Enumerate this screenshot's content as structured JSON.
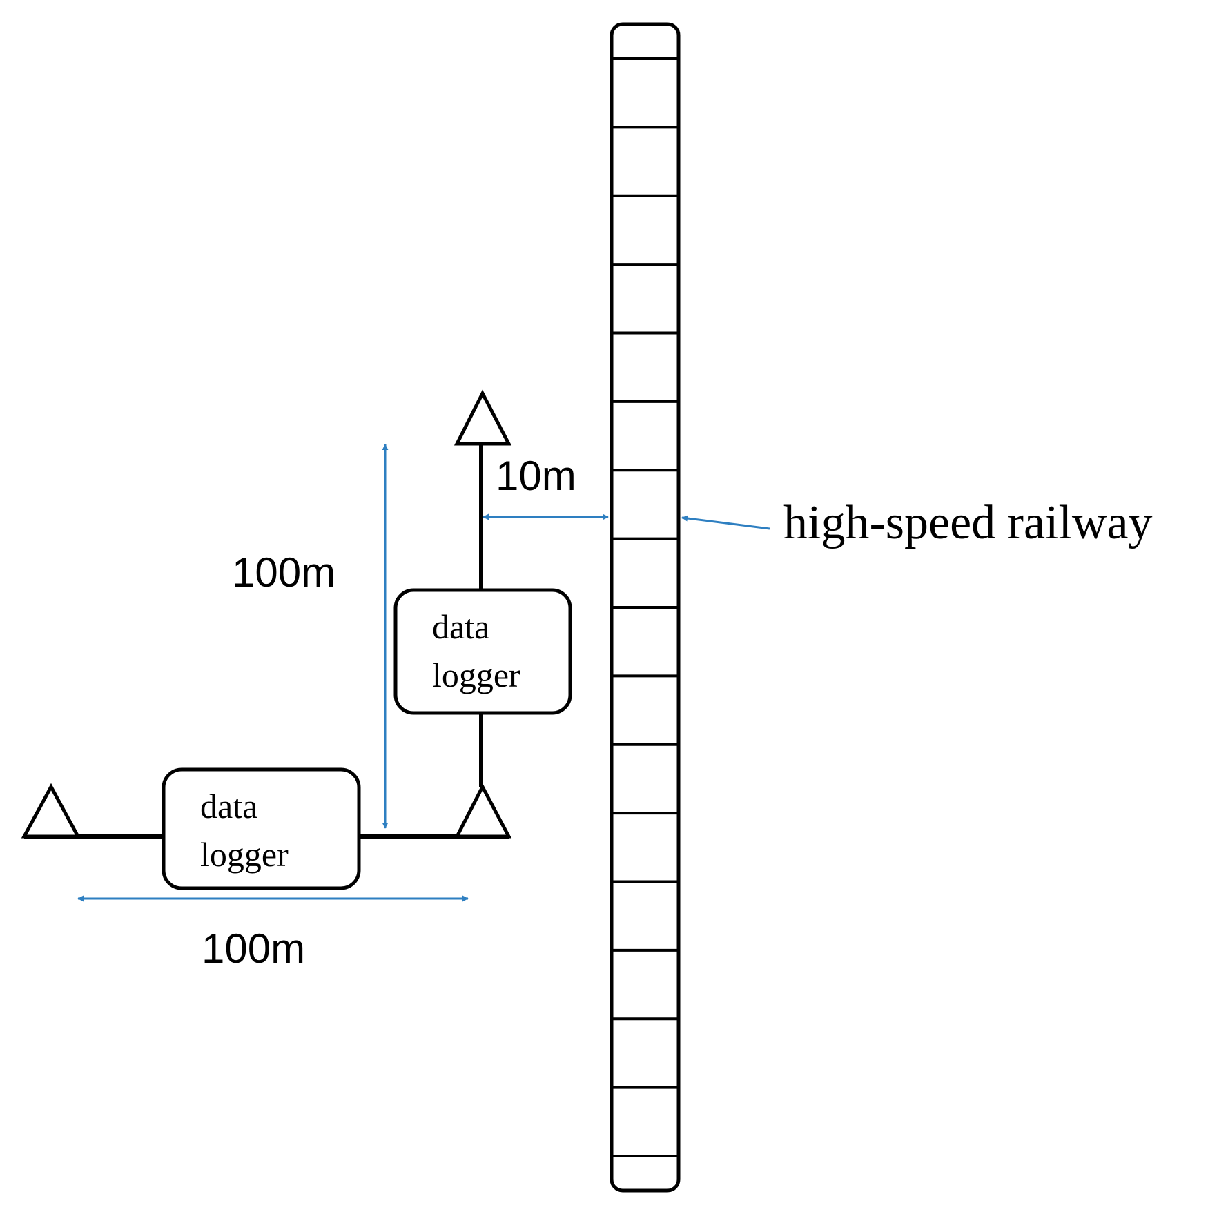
{
  "labels": {
    "railway": "high-speed railway",
    "dist_offset": "10m",
    "dist_vertical": "100m",
    "dist_horizontal": "100m"
  },
  "loggers": [
    {
      "line1": "data",
      "line2": "logger"
    },
    {
      "line1": "data",
      "line2": "logger"
    }
  ],
  "colors": {
    "line": "#000000",
    "dimension": "#2e7fc1",
    "background": "#ffffff"
  },
  "railway": {
    "sleeper_count": 17
  }
}
